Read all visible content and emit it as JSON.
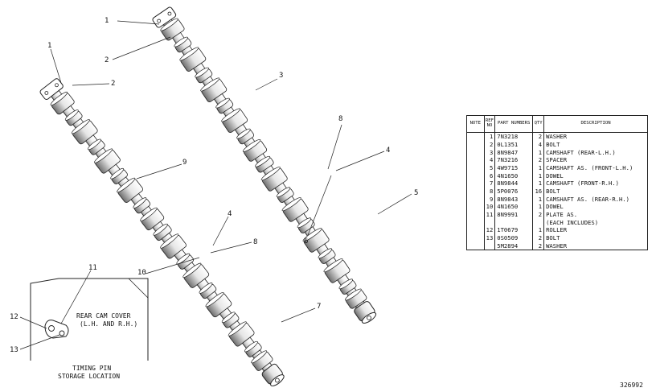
{
  "callouts": {
    "upper_shaft": [
      "1",
      "2",
      "3",
      "8",
      "4",
      "5",
      "6"
    ],
    "lower_shaft": [
      "1",
      "2",
      "9",
      "4",
      "8",
      "10",
      "7"
    ],
    "inset": [
      "11",
      "12",
      "13"
    ]
  },
  "inset": {
    "line1": "REAR CAM COVER",
    "line2": "(L.H. AND R.H.)",
    "caption_line1": "TIMING PIN",
    "caption_line2": "STORAGE LOCATION"
  },
  "table": {
    "headers": {
      "note": "NOTE",
      "ref_no": "REF NO",
      "part_numbers": "PART NUMBERS",
      "qty": "QTY",
      "description": "DESCRIPTION"
    },
    "rows": [
      {
        "note": "",
        "ref": "1",
        "part": "7N3218",
        "qty": "2",
        "desc": "WASHER"
      },
      {
        "note": "",
        "ref": "2",
        "part": "0L1351",
        "qty": "4",
        "desc": "BOLT"
      },
      {
        "note": "",
        "ref": "3",
        "part": "8N9847",
        "qty": "1",
        "desc": "CAMSHAFT (REAR-L.H.)"
      },
      {
        "note": "",
        "ref": "4",
        "part": "7N3216",
        "qty": "2",
        "desc": "SPACER"
      },
      {
        "note": "",
        "ref": "5",
        "part": "4W9715",
        "qty": "1",
        "desc": "CAMSHAFT AS. (FRONT-L.H.)"
      },
      {
        "note": "",
        "ref": "6",
        "part": "4N1650",
        "qty": "1",
        "desc": "  DOWEL"
      },
      {
        "note": "",
        "ref": "7",
        "part": "8N9844",
        "qty": "1",
        "desc": "CAMSHAFT (FRONT-R.H.)"
      },
      {
        "note": "",
        "ref": "8",
        "part": "5P0076",
        "qty": "16",
        "desc": "BOLT"
      },
      {
        "note": "",
        "ref": "9",
        "part": "8N9843",
        "qty": "1",
        "desc": "CAMSHAFT AS. (REAR-R.H.)"
      },
      {
        "note": "",
        "ref": "10",
        "part": "4N1650",
        "qty": "1",
        "desc": "  DOWEL"
      },
      {
        "note": "",
        "ref": "11",
        "part": "8N9991",
        "qty": "2",
        "desc": "PLATE AS."
      },
      {
        "note": "",
        "ref": "",
        "part": "",
        "qty": "",
        "desc": "  (EACH INCLUDES)"
      },
      {
        "note": "",
        "ref": "12",
        "part": "1T0679",
        "qty": "1",
        "desc": "  ROLLER"
      },
      {
        "note": "",
        "ref": "13",
        "part": "0S0509",
        "qty": "2",
        "desc": "BOLT"
      },
      {
        "note": "",
        "ref": "",
        "part": "5M2894",
        "qty": "2",
        "desc": "WASHER"
      }
    ]
  },
  "drawing_number": "326992"
}
